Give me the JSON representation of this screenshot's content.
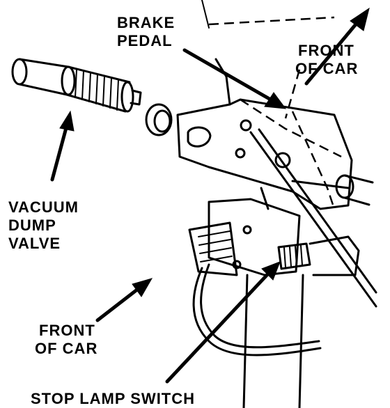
{
  "labels": {
    "brake_pedal": [
      "BRAKE",
      "PEDAL"
    ],
    "front_of_car_top": [
      "FRONT",
      "OF CAR"
    ],
    "vacuum_dump_valve": [
      "VACUUM",
      "DUMP",
      "VALVE"
    ],
    "front_of_car_bottom": [
      "FRONT",
      "OF CAR"
    ],
    "stop_lamp_switch": "STOP LAMP SWITCH"
  }
}
